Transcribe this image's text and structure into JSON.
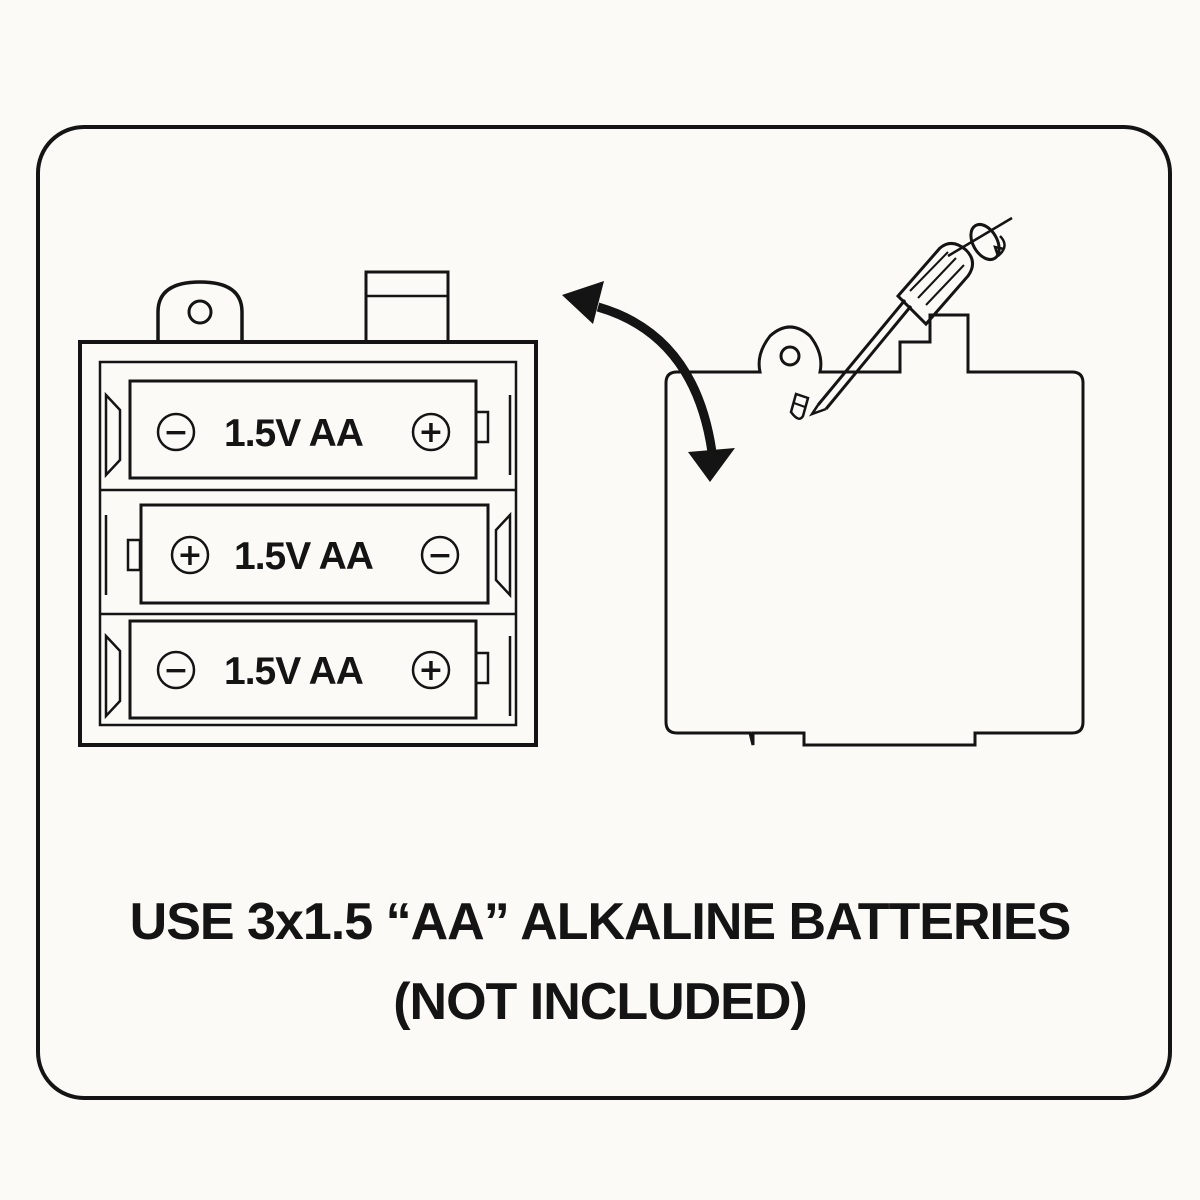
{
  "cells": [
    {
      "label": "1.5V  AA",
      "left_terminal": "−",
      "right_terminal": "+"
    },
    {
      "label": "1.5V  AA",
      "left_terminal": "+",
      "right_terminal": "−"
    },
    {
      "label": "1.5V  AA",
      "left_terminal": "−",
      "right_terminal": "+"
    }
  ],
  "instruction": {
    "line1": "USE 3x1.5 “AA” ALKALINE BATTERIES",
    "line2": "(NOT INCLUDED)"
  },
  "icons": {
    "arrow": "curved-double-arrow-icon",
    "screwdriver": "screwdriver-icon",
    "screw": "screw-icon"
  }
}
